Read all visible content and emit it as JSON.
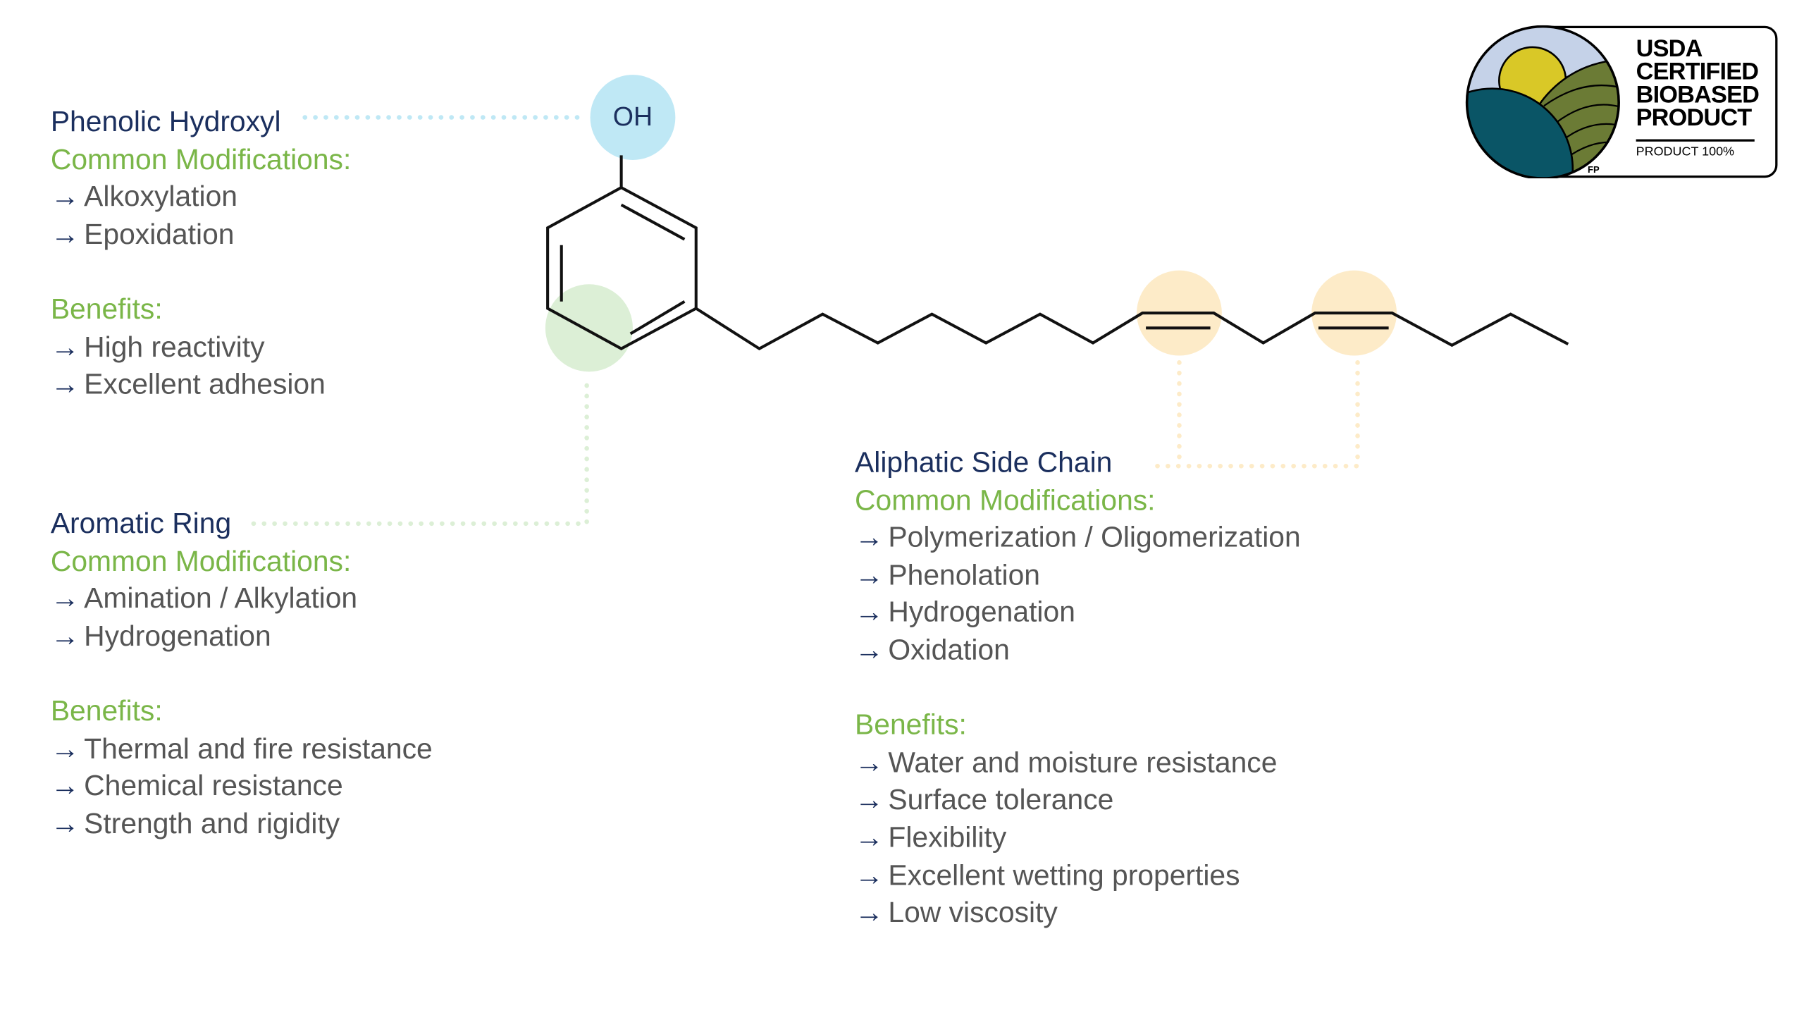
{
  "molecule": {
    "oh_label": "OH"
  },
  "colors": {
    "navy": "#1b2f5e",
    "green": "#7ab648",
    "hydroxyl": "#bfe8f5",
    "ring": "#dcefd6",
    "chain": "#fdebc8"
  },
  "arrow_icon": "→",
  "phenolic": {
    "title": "Phenolic Hydroxyl",
    "mods_label": "Common Modifications:",
    "mods": [
      "Alkoxylation",
      "Epoxidation"
    ],
    "benefits_label": "Benefits:",
    "benefits": [
      "High reactivity",
      "Excellent adhesion"
    ]
  },
  "aromatic": {
    "title": "Aromatic Ring",
    "mods_label": "Common Modifications:",
    "mods": [
      "Amination / Alkylation",
      "Hydrogenation"
    ],
    "benefits_label": "Benefits:",
    "benefits": [
      "Thermal and fire resistance",
      "Chemical resistance",
      "Strength and rigidity"
    ]
  },
  "aliphatic": {
    "title": "Aliphatic Side Chain",
    "mods_label": "Common Modifications:",
    "mods": [
      "Polymerization / Oligomerization",
      "Phenolation",
      "Hydrogenation",
      "Oxidation"
    ],
    "benefits_label": "Benefits:",
    "benefits": [
      "Water and moisture resistance",
      "Surface tolerance",
      "Flexibility",
      "Excellent wetting properties",
      "Low viscosity"
    ]
  },
  "logo": {
    "lines": [
      "USDA",
      "CERTIFIED",
      "BIOBASED",
      "PRODUCT"
    ],
    "sub": "PRODUCT 100%",
    "mark": "FP"
  }
}
